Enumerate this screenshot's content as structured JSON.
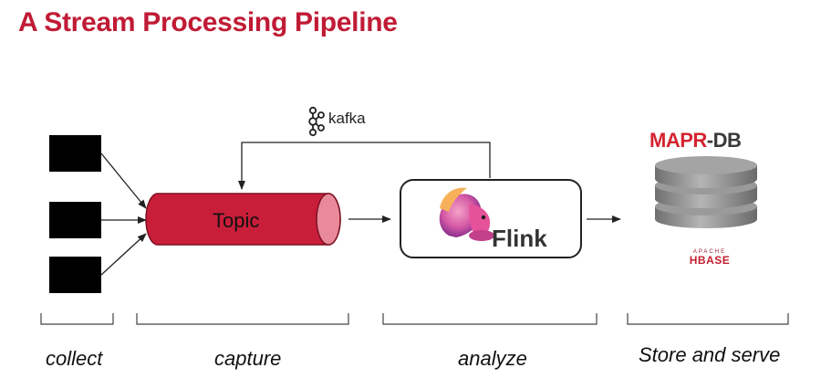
{
  "title": "A Stream Processing Pipeline",
  "kafka_label": "kafka",
  "topic_label": "Topic",
  "flink_label": "Flink",
  "mapr_part1": "MAPR",
  "mapr_part2": "-DB",
  "hbase_small": "APACHE",
  "hbase_label": "HBASE",
  "stages": {
    "collect": "collect",
    "capture": "capture",
    "analyze": "analyze",
    "store": "Store and serve"
  },
  "colors": {
    "title": "#c01b35",
    "topic_fill": "#c91e3a",
    "topic_cap": "#e88a9a",
    "mapr_red": "#d42430",
    "db_gray": "#8a8a8a"
  }
}
